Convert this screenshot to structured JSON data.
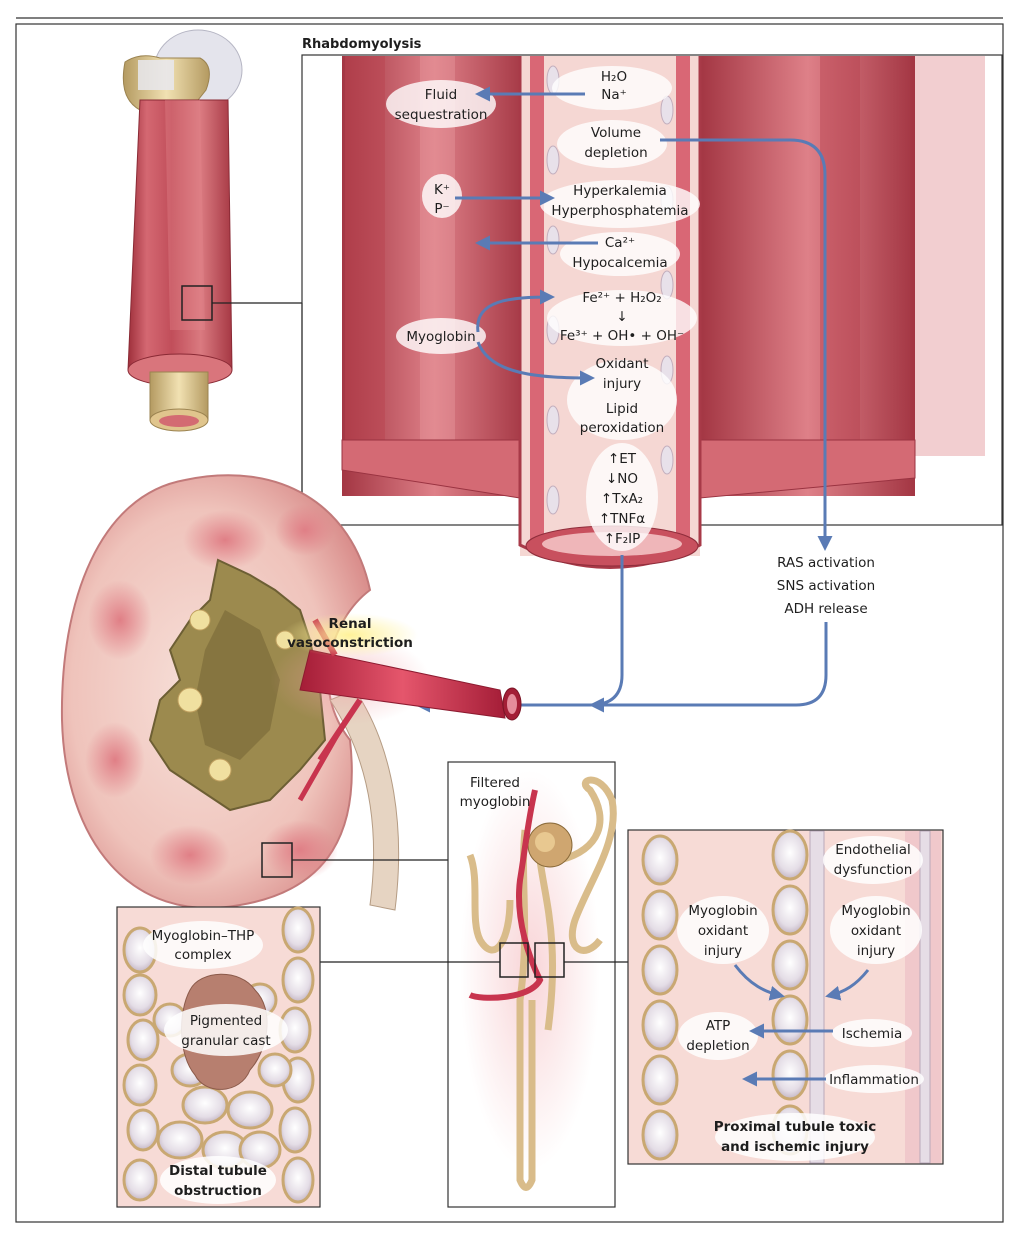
{
  "header": {
    "title": "Rhabdomyolysis"
  },
  "muscle_panel": {
    "water": "H₂O",
    "sodium": "Na⁺",
    "fluid_sequestration": [
      "Fluid",
      "sequestration"
    ],
    "volume_depletion": [
      "Volume",
      "depletion"
    ],
    "potassium": "K⁺",
    "phosphate": "P⁻",
    "hyperkalemia": "Hyperkalemia",
    "hyperphosphatemia": "Hyperphosphatemia",
    "calcium": "Ca²⁺",
    "hypocalcemia": "Hypocalcemia",
    "myoglobin": "Myoglobin",
    "fenton_reactants": "Fe²⁺ + H₂O₂",
    "reaction_arrow": "↓",
    "fenton_products": "Fe³⁺ + OH• + OH⁻",
    "oxidant_injury": [
      "Oxidant",
      "injury"
    ],
    "lipid_peroxidation": [
      "Lipid",
      "peroxidation"
    ],
    "mediators": [
      "↑ET",
      "↓NO",
      "↑TxA₂",
      "↑TNFα",
      "↑F₂IP"
    ]
  },
  "systemic_response": [
    "RAS activation",
    "SNS activation",
    "ADH release"
  ],
  "kidney": {
    "renal_vasoconstriction": [
      "Renal",
      "vasoconstriction"
    ]
  },
  "nephron": {
    "filtered_myoglobin": [
      "Filtered",
      "myoglobin"
    ]
  },
  "distal_panel": {
    "complex": [
      "Myoglobin–THP",
      "complex"
    ],
    "cast": [
      "Pigmented",
      "granular cast"
    ],
    "caption": [
      "Distal tubule",
      "obstruction"
    ]
  },
  "proximal_panel": {
    "endothelial": [
      "Endothelial",
      "dysfunction"
    ],
    "oxidant_left": [
      "Myoglobin",
      "oxidant",
      "injury"
    ],
    "oxidant_right": [
      "Myoglobin",
      "oxidant",
      "injury"
    ],
    "atp": [
      "ATP",
      "depletion"
    ],
    "ischemia": "Ischemia",
    "inflammation": "Inflammation",
    "caption": [
      "Proximal tubule toxic",
      "and ischemic injury"
    ]
  },
  "colors": {
    "arrow": "#5a7bb5",
    "muscle": "#c9555f",
    "vessel": "#c8344e",
    "cast": "#b77f6f"
  }
}
